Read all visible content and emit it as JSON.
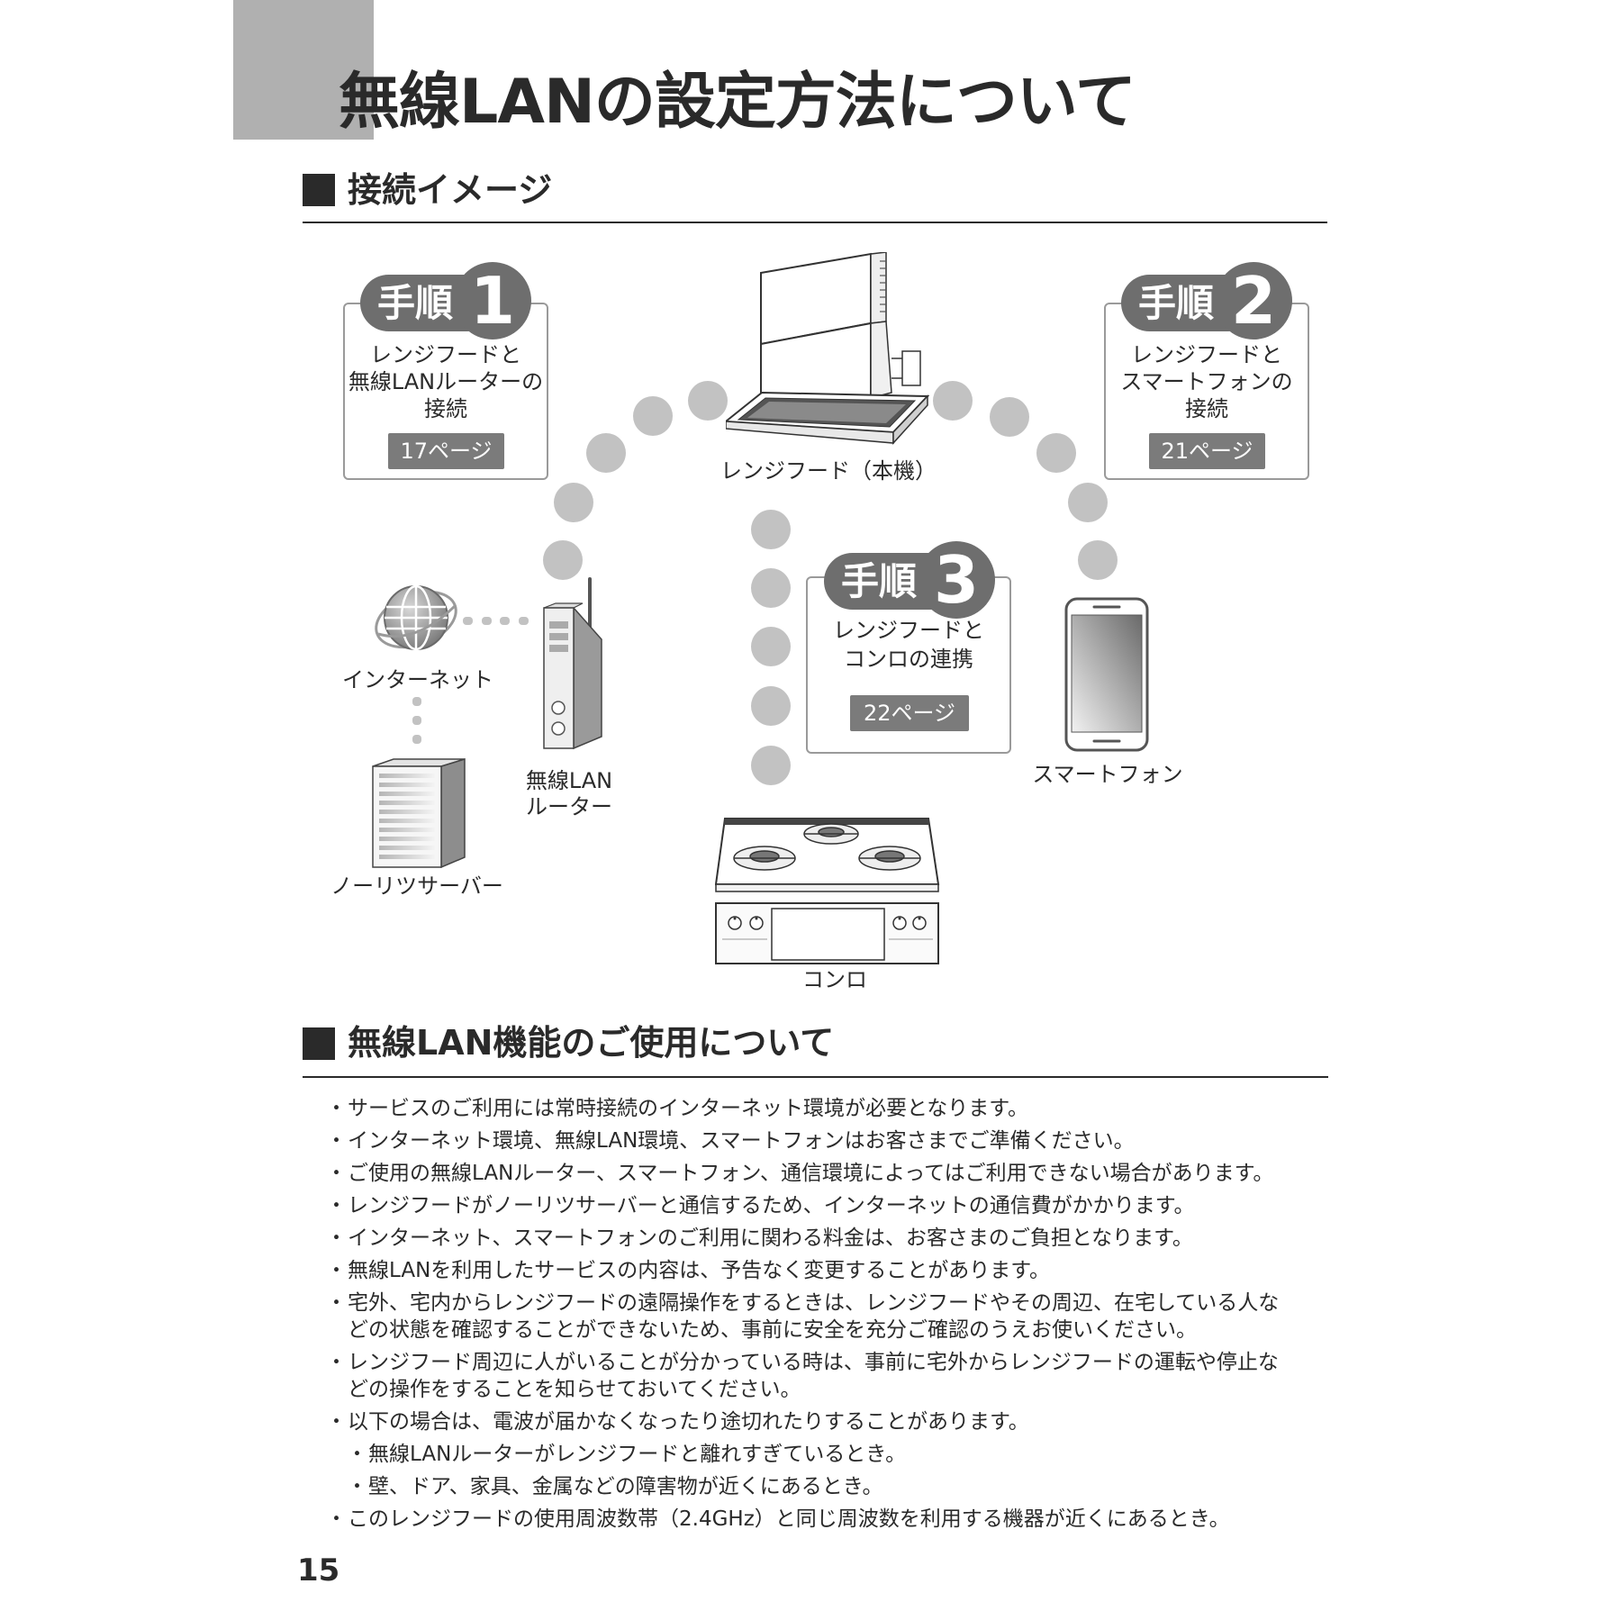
{
  "page": {
    "title": "無線LANの設定方法について",
    "page_number": "15"
  },
  "colors": {
    "title_block": "#b0b0b0",
    "badge": "#6e6e6e",
    "page_ref": "#7b7b7b",
    "dot": "#c2c2c2",
    "box_border": "#9a9a9a",
    "text": "#2a2a2a"
  },
  "connection_image": {
    "heading": "接続イメージ",
    "steps": [
      {
        "label": "手順",
        "number": "1",
        "lines": [
          "レンジフードと",
          "無線LANルーターの",
          "接続"
        ],
        "page_ref": "17ページ"
      },
      {
        "label": "手順",
        "number": "2",
        "lines": [
          "レンジフードと",
          "スマートフォンの",
          "接続"
        ],
        "page_ref": "21ページ"
      },
      {
        "label": "手順",
        "number": "3",
        "lines": [
          "レンジフードと",
          "コンロの連携"
        ],
        "page_ref": "22ページ"
      }
    ],
    "devices": {
      "range_hood": "レンジフード（本機）",
      "internet": "インターネット",
      "server": "ノーリツサーバー",
      "router": [
        "無線LAN",
        "ルーター"
      ],
      "smartphone": "スマートフォン",
      "stove": "コンロ"
    }
  },
  "usage": {
    "heading": "無線LAN機能のご使用について",
    "bullet": "・",
    "items": [
      {
        "lines": [
          "サービスのご利用には常時接続のインターネット環境が必要となります。"
        ]
      },
      {
        "lines": [
          "インターネット環境、無線LAN環境、スマートフォンはお客さまでご準備ください。"
        ]
      },
      {
        "lines": [
          "ご使用の無線LANルーター、スマートフォン、通信環境によってはご利用できない場合があります。"
        ]
      },
      {
        "lines": [
          "レンジフードがノーリツサーバーと通信するため、インターネットの通信費がかかります。"
        ]
      },
      {
        "lines": [
          "インターネット、スマートフォンのご利用に関わる料金は、お客さまのご負担となります。"
        ]
      },
      {
        "lines": [
          "無線LANを利用したサービスの内容は、予告なく変更することがあります。"
        ]
      },
      {
        "lines": [
          "宅外、宅内からレンジフードの遠隔操作をするときは、レンジフードやその周辺、在宅している人な",
          "どの状態を確認することができないため、事前に安全を充分ご確認のうえお使いください。"
        ]
      },
      {
        "lines": [
          "レンジフード周辺に人がいることが分かっている時は、事前に宅外からレンジフードの運転や停止な",
          "どの操作をすることを知らせておいてください。"
        ]
      },
      {
        "lines": [
          "以下の場合は、電波が届かなくなったり途切れたりすることがあります。"
        ],
        "sub_items": [
          {
            "lines": [
              "無線LANルーターがレンジフードと離れすぎているとき。"
            ]
          },
          {
            "lines": [
              "壁、ドア、家具、金属などの障害物が近くにあるとき。"
            ]
          }
        ]
      },
      {
        "lines": [
          "このレンジフードの使用周波数帯（2.4GHz）と同じ周波数を利用する機器が近くにあるとき。"
        ]
      }
    ]
  }
}
